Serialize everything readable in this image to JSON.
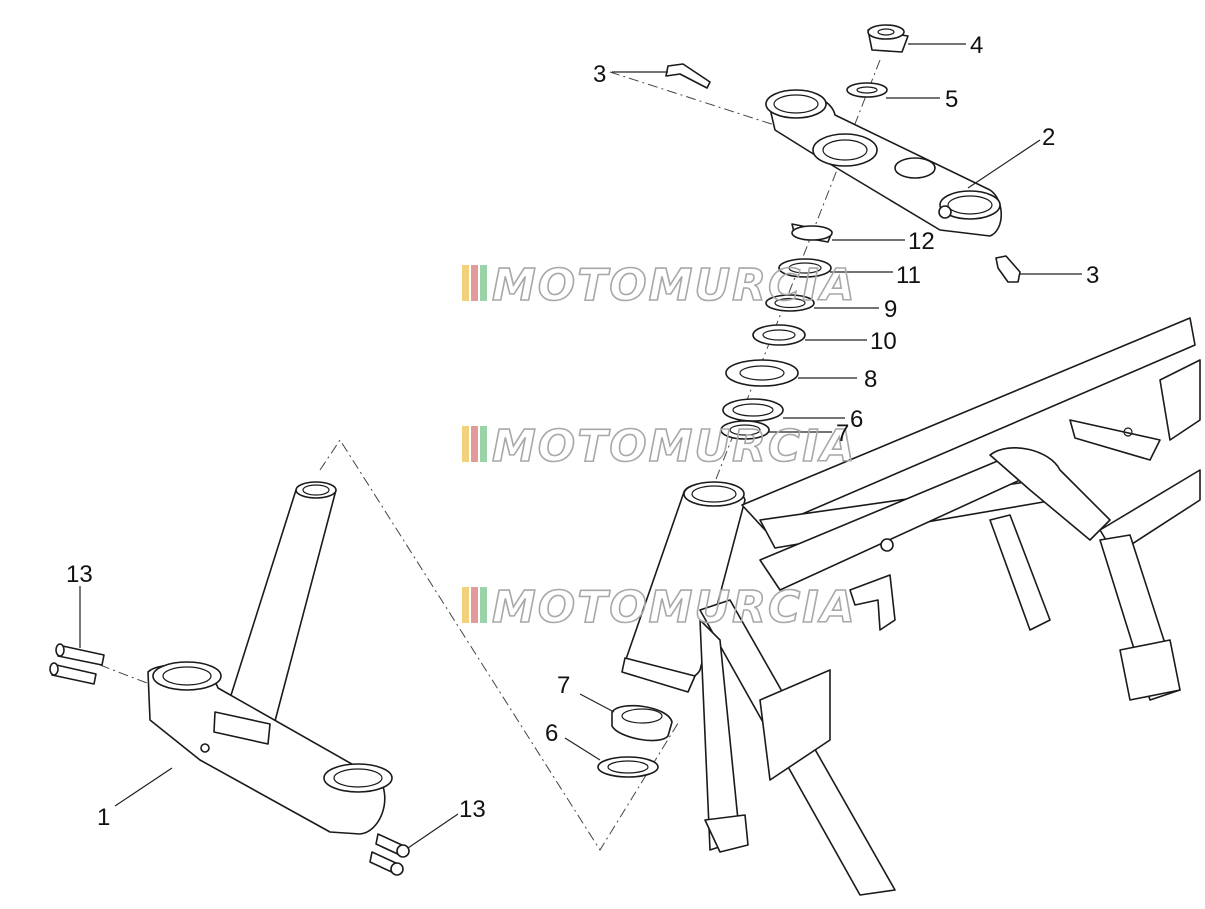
{
  "callouts": {
    "c1": "1",
    "c2": "2",
    "c3a": "3",
    "c3b": "3",
    "c4": "4",
    "c5": "5",
    "c6a": "6",
    "c6b": "6",
    "c7a": "7",
    "c7b": "7",
    "c8": "8",
    "c9": "9",
    "c10": "10",
    "c11": "11",
    "c12": "12",
    "c13a": "13",
    "c13b": "13"
  },
  "watermark": {
    "text": "MOTOMURCIA",
    "stripe_colors": [
      "#f1d27a",
      "#e39a9a",
      "#9ad3a8"
    ]
  }
}
